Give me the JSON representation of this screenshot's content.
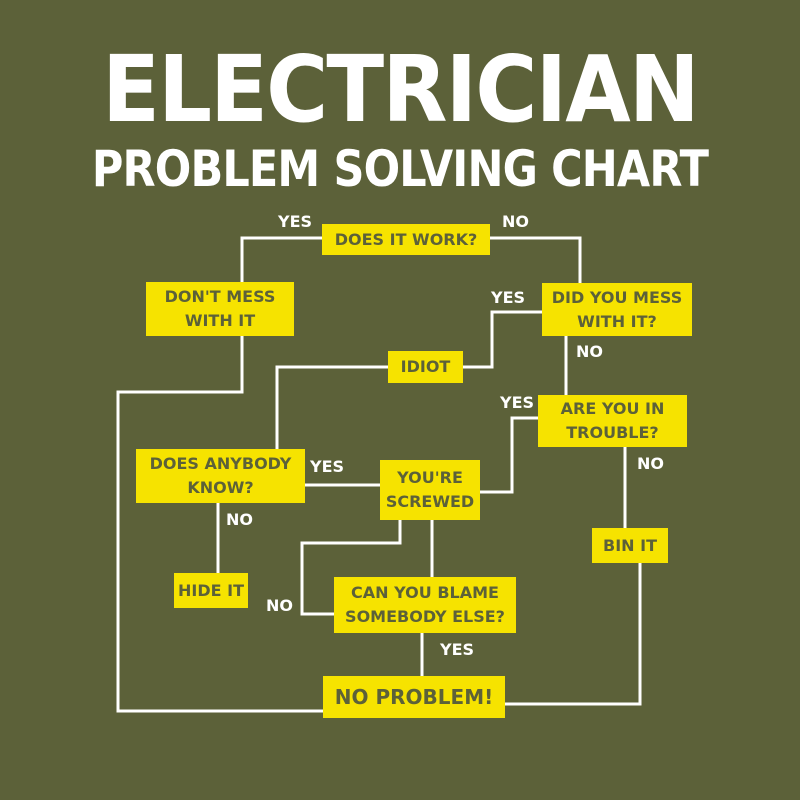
{
  "title": "ELECTRICIAN",
  "subtitle": "PROBLEM SOLVING CHART",
  "colors": {
    "background": "#5c6139",
    "box": "#f6e300",
    "box_text": "#5c6139",
    "line": "#ffffff"
  },
  "nodes": {
    "does_it_work": "DOES IT WORK?",
    "dont_mess": "DON'T MESS\nWITH IT",
    "did_you_mess": "DID YOU MESS\nWITH IT?",
    "idiot": "IDIOT",
    "are_you_in_trouble": "ARE YOU IN\nTROUBLE?",
    "does_anybody_know": "DOES ANYBODY\nKNOW?",
    "youre_screwed": "YOU'RE\nSCREWED",
    "bin_it": "BIN IT",
    "hide_it": "HIDE IT",
    "can_you_blame": "CAN YOU BLAME\nSOMEBODY ELSE?",
    "no_problem": "NO PROBLEM!"
  },
  "edge_labels": {
    "work_yes": "YES",
    "work_no": "NO",
    "mess_yes": "YES",
    "mess_no": "NO",
    "trouble_yes": "YES",
    "trouble_no": "NO",
    "know_yes": "YES",
    "know_no": "NO",
    "blame_no": "NO",
    "blame_yes": "YES"
  }
}
